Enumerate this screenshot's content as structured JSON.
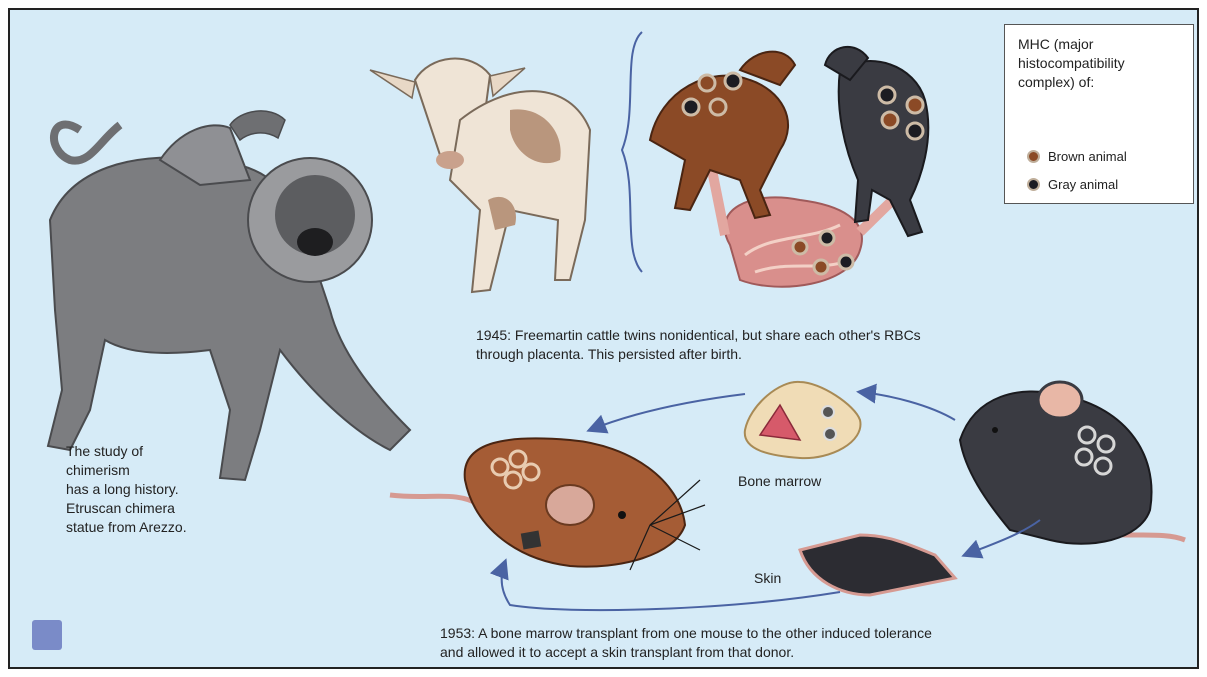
{
  "legend": {
    "title": "MHC (major\nhistocompatibility\ncomplex) of:",
    "items": [
      {
        "label": "Brown animal",
        "color": "#8b4a26"
      },
      {
        "label": "Gray animal",
        "color": "#1c1c22"
      }
    ]
  },
  "captions": {
    "chimera": "The study of\nchimerism\nhas a long history.\nEtruscan chimera\nstatue from Arezzo.",
    "cattle": "1945: Freemartin cattle twins nonidentical, but share each other's RBCs\nthrough placenta. This persisted after birth.",
    "transplant": "1953: A bone marrow transplant from one mouse to the other induced tolerance\nand allowed it to accept a skin transplant from that donor.",
    "bone_marrow": "Bone marrow",
    "skin": "Skin"
  },
  "colors": {
    "background": "#d6ebf7",
    "brown_animal": "#8b4a26",
    "gray_animal": "#3a3b42",
    "arrow": "#4a63a3",
    "statue": "#7c7d80"
  }
}
